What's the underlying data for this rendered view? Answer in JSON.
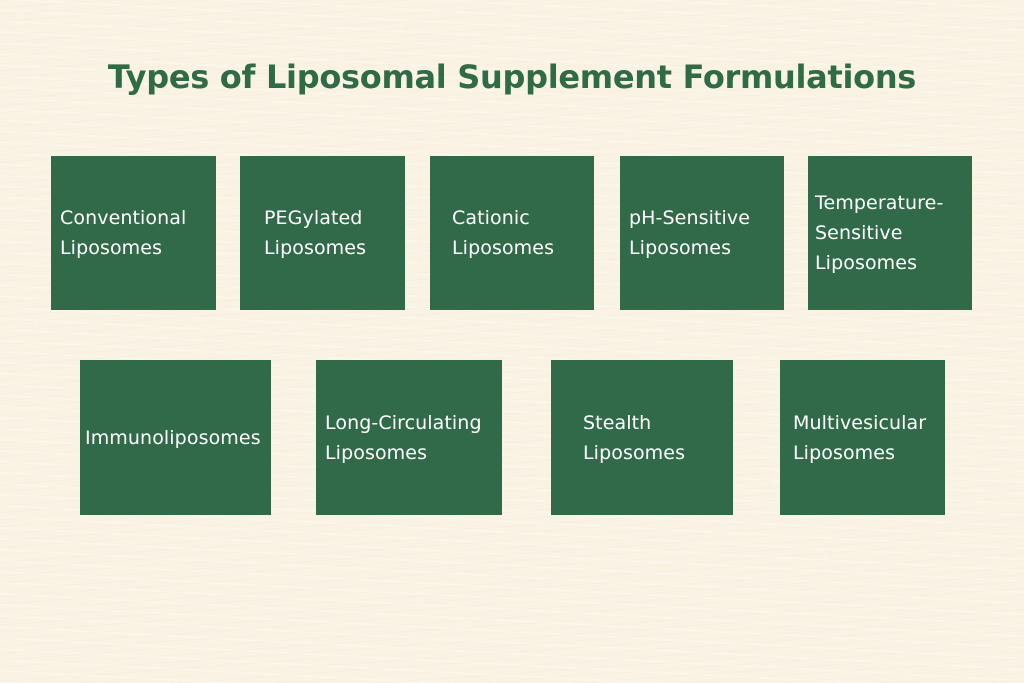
{
  "title": "Types of Liposomal Supplement Formulations",
  "colors": {
    "background": "#faf3e4",
    "title": "#2f6b45",
    "box": "#316a49",
    "box_text": "#ffffff"
  },
  "row1": [
    {
      "label": "Conventional\nLiposomes"
    },
    {
      "label": "PEGylated\nLiposomes"
    },
    {
      "label": "Cationic\nLiposomes"
    },
    {
      "label": "pH-Sensitive\nLiposomes"
    },
    {
      "label": "Temperature-\nSensitive\nLiposomes"
    }
  ],
  "row2": [
    {
      "label": "Immunoliposomes"
    },
    {
      "label": "Long-Circulating\nLiposomes"
    },
    {
      "label": "Stealth\nLiposomes"
    },
    {
      "label": "Multivesicular\nLiposomes"
    }
  ]
}
